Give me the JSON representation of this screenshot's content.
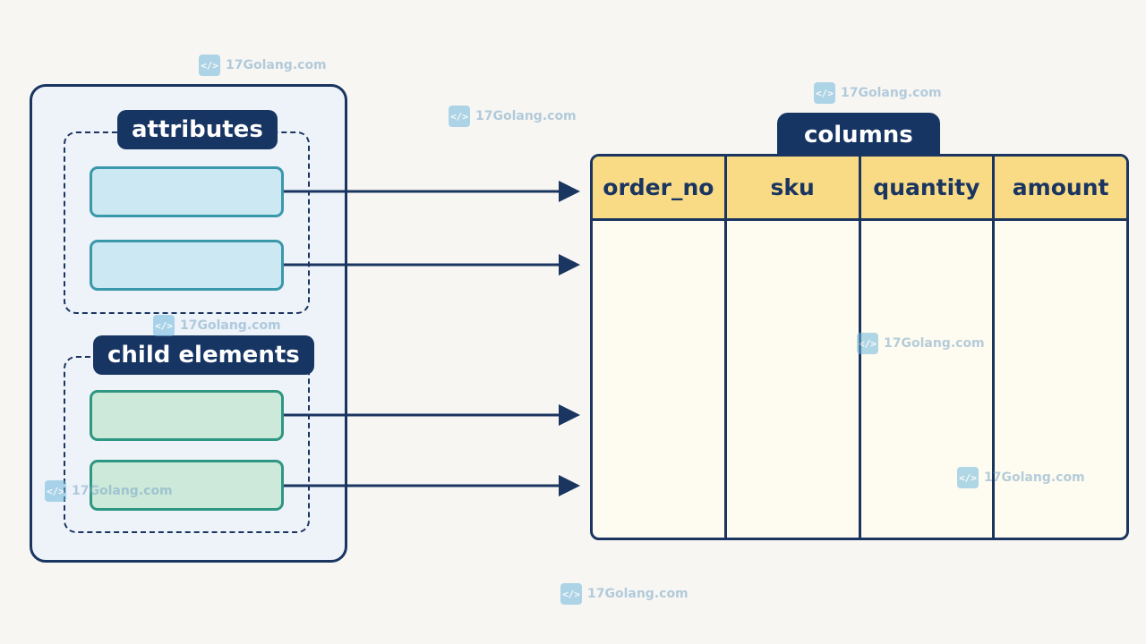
{
  "left": {
    "attributes_label": "attributes",
    "child_elements_label": "child elements"
  },
  "table": {
    "title": "columns",
    "columns": [
      "order_no",
      "sku",
      "quantity",
      "amount"
    ]
  },
  "watermark": {
    "text": "17Golang.com",
    "icon": "code-icon",
    "icon_glyph": "</>"
  },
  "colors": {
    "navy": "#1a3560",
    "header_yellow": "#fadb85",
    "attribute_blue": "#cce8f3",
    "child_green": "#cde9d9"
  }
}
